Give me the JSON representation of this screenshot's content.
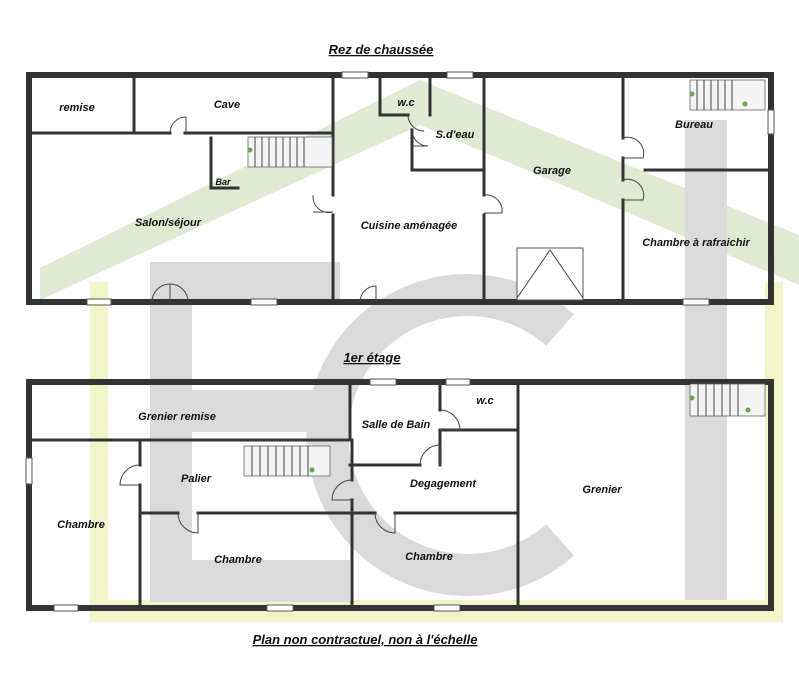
{
  "titles": {
    "ground_floor": "Rez de chaussée",
    "first_floor": "1er étage",
    "disclaimer": "Plan non contractuel, non à l'échelle"
  },
  "ground_floor": {
    "remise": "remise",
    "cave": "Cave",
    "wc": "w.c",
    "sdeau": "S.d'eau",
    "garage": "Garage",
    "bureau": "Bureau",
    "bar": "Bar",
    "salon": "Salon/séjour",
    "cuisine": "Cuisine aménagée",
    "chambre_rafraichir": "Chambre à rafraichir"
  },
  "first_floor": {
    "grenier_remise": "Grenier remise",
    "salle_bain": "Salle de Bain",
    "wc": "w.c",
    "palier": "Palier",
    "degagement": "Degagement",
    "grenier": "Grenier",
    "chambre_left": "Chambre",
    "chambre_mid": "Chambre",
    "chambre_right": "Chambre"
  },
  "colors": {
    "watermark_green": "#dde8cf",
    "watermark_grey": "#d6d6d6",
    "watermark_yellow": "#f0f5c4",
    "wall": "#333333"
  }
}
